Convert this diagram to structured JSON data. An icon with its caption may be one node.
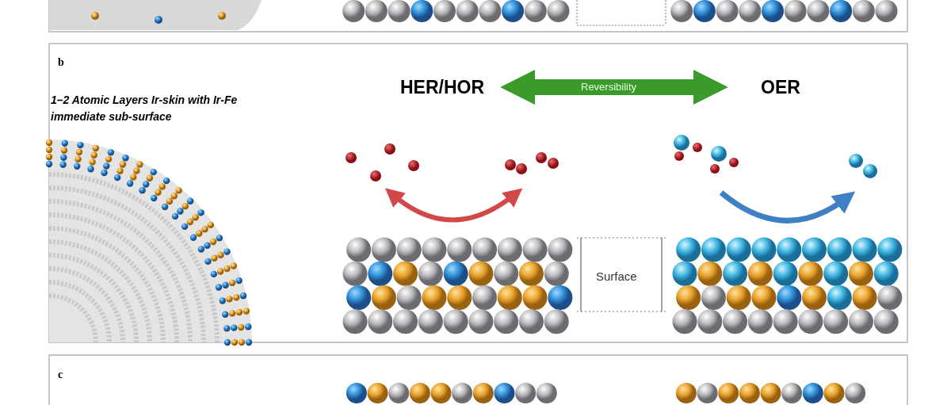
{
  "diagram": {
    "nodes": [
      {
        "text": [
          "HER/HOR"
        ]
      },
      {
        "text": [
          "OER"
        ]
      }
    ],
    "edges": [
      {
        "from": 0,
        "to": 1,
        "arrow": "both",
        "label": "Reversibility"
      }
    ],
    "labels": [
      "b",
      "1–2 Atomic Layers Ir-skin with  Ir-Fe immediate sub-surface",
      "Surface",
      "c"
    ]
  }
}
